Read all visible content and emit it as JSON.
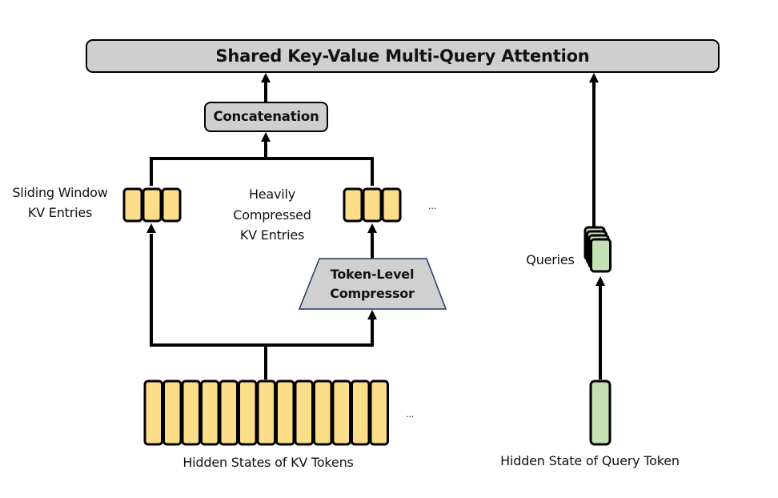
{
  "diagram": {
    "title_box": {
      "label": "Shared Key-Value Multi-Query Attention"
    },
    "concat_box": {
      "label": "Concatenation"
    },
    "compressor": {
      "line1": "Token-Level",
      "line2": "Compressor"
    },
    "sliding_window_label": {
      "line1": "Sliding Window",
      "line2": "KV Entries"
    },
    "compressed_label": {
      "line1": "Heavily",
      "line2": "Compressed",
      "line3": "KV Entries"
    },
    "compressed_ellipsis": "...",
    "kv_tokens_label": "Hidden States of KV Tokens",
    "kv_tokens_ellipsis": "...",
    "kv_token_count": 13,
    "sliding_window_count": 3,
    "compressed_count": 3,
    "queries_label": "Queries",
    "query_stack_count": 4,
    "query_token_label": "Hidden State of Query Token",
    "colors": {
      "kv_fill": "#fbdd8a",
      "query_fill": "#c5e0b4",
      "box_fill": "#cfcfcf",
      "compressor_fill": "#d0d0d0",
      "compressor_stroke": "#203864",
      "line": "#000000"
    }
  }
}
